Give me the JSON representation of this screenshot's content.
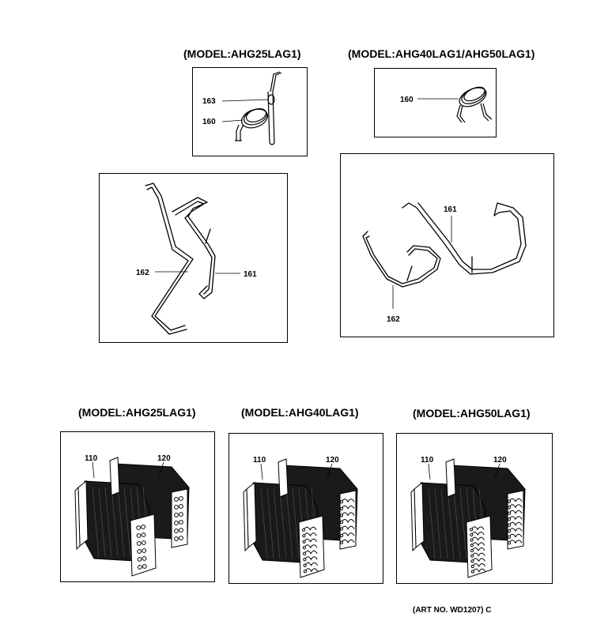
{
  "titles": {
    "top_left": "(MODEL:AHG25LAG1)",
    "top_right": "(MODEL:AHG40LAG1/AHG50LAG1)",
    "bottom_left": "(MODEL:AHG25LAG1)",
    "bottom_mid": "(MODEL:AHG40LAG1)",
    "bottom_right": "(MODEL:AHG50LAG1)"
  },
  "callouts": {
    "p160": "160",
    "p161": "161",
    "p162": "162",
    "p163": "163",
    "p110": "110",
    "p120": "120"
  },
  "art_no": "(ART NO. WD1207) C"
}
